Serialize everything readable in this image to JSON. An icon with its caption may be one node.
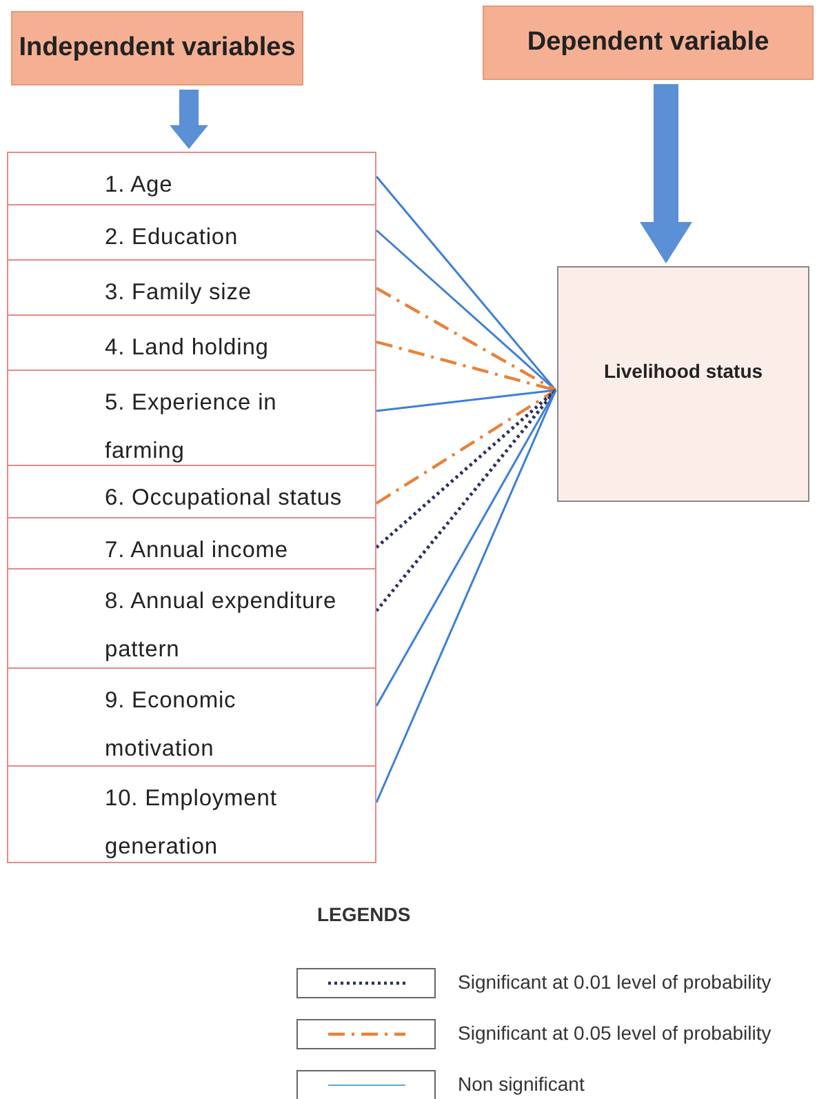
{
  "diagram": {
    "nodes": [
      {
        "text": [
          "Independent variables"
        ]
      },
      {
        "text": [
          "Dependent variable"
        ]
      },
      {
        "text": [
          "1. Age"
        ]
      },
      {
        "text": [
          "2. Education"
        ]
      },
      {
        "text": [
          "3. Family size"
        ]
      },
      {
        "text": [
          "4. Land holding"
        ]
      },
      {
        "text": [
          "5. Experience in farming"
        ]
      },
      {
        "text": [
          "6. Occupational status"
        ]
      },
      {
        "text": [
          "7. Annual income"
        ]
      },
      {
        "text": [
          "8. Annual expenditure pattern"
        ]
      },
      {
        "text": [
          "9. Economic motivation"
        ]
      },
      {
        "text": [
          "10. Employment generation"
        ]
      },
      {
        "text": [
          "Livelihood status"
        ]
      }
    ],
    "edges": [
      {
        "from": 0,
        "to": 2,
        "arrow": "to",
        "style": "thick"
      },
      {
        "from": 1,
        "to": 12,
        "arrow": "to",
        "style": "thick"
      },
      {
        "from": 2,
        "to": 12,
        "arrow": "none"
      },
      {
        "from": 3,
        "to": 12,
        "arrow": "none"
      },
      {
        "from": 4,
        "to": 12,
        "arrow": "none",
        "style": "dashed",
        "color": "#e8823a"
      },
      {
        "from": 5,
        "to": 12,
        "arrow": "none",
        "style": "dashed",
        "color": "#e8823a"
      },
      {
        "from": 6,
        "to": 12,
        "arrow": "none"
      },
      {
        "from": 7,
        "to": 12,
        "arrow": "none",
        "style": "dashed",
        "color": "#e8823a"
      },
      {
        "from": 8,
        "to": 12,
        "arrow": "none",
        "style": "dashed",
        "color": "#2b3160"
      },
      {
        "from": 9,
        "to": 12,
        "arrow": "none",
        "style": "dashed",
        "color": "#2b3160"
      },
      {
        "from": 10,
        "to": 12,
        "arrow": "none"
      },
      {
        "from": 11,
        "to": 12,
        "arrow": "none"
      }
    ],
    "labels": [
      "LEGENDS"
    ],
    "legend": [
      {
        "text": "Significant at 0.01 level of probability"
      },
      {
        "text": "Significant at 0.05 level of probability"
      },
      {
        "text": "Non significant"
      }
    ]
  }
}
